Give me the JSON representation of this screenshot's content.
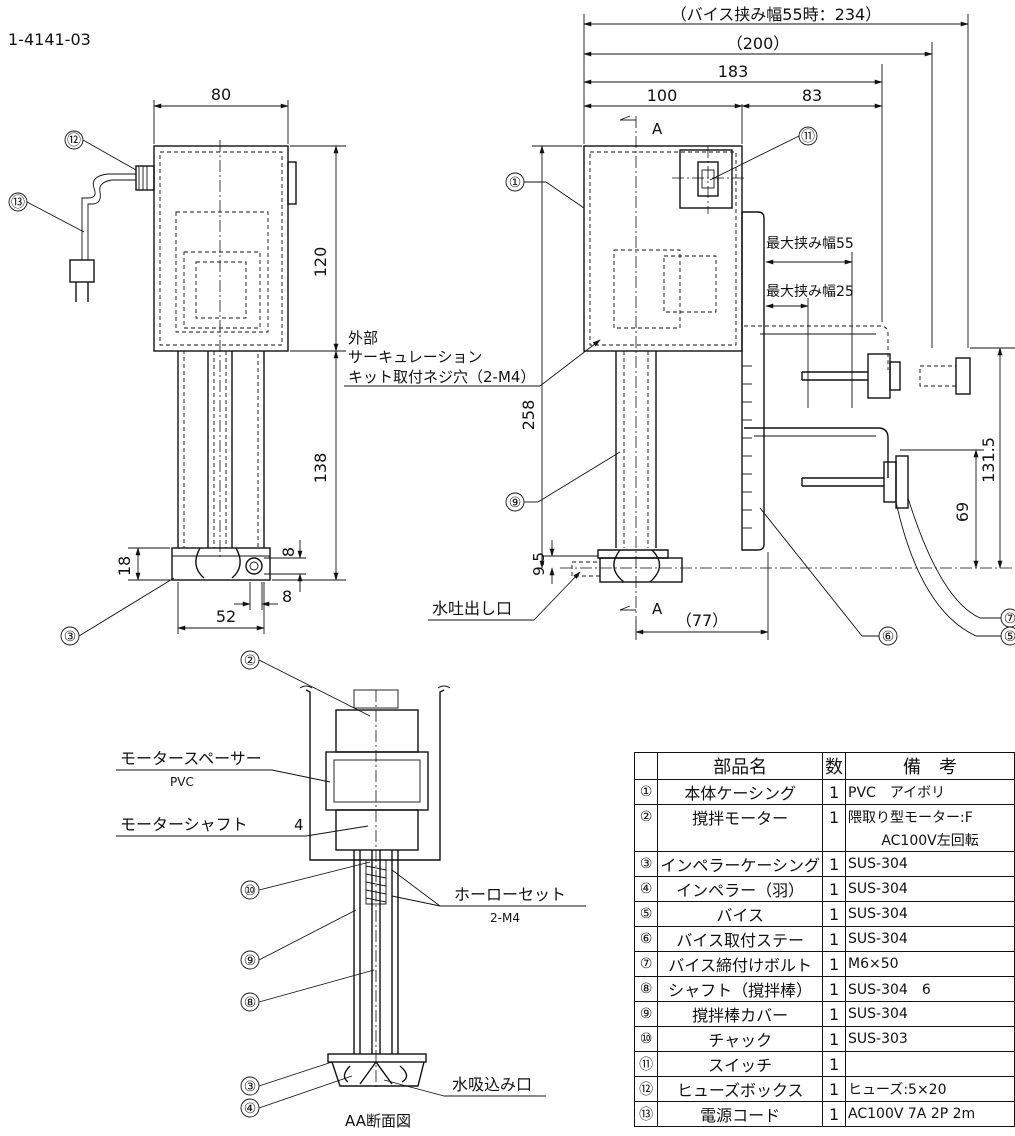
{
  "drawing_number": "1-4141-03",
  "dimensions": {
    "vise_55_total": "（バイス挟み幅55時：234）",
    "width_200": "（200）",
    "width_183": "183",
    "width_100": "100",
    "width_83": "83",
    "width_80": "80",
    "height_120": "120",
    "height_138": "138",
    "height_258": "258",
    "height_18": "18",
    "dim_8a": "8",
    "dim_8b": "8",
    "width_52": "52",
    "dim_9_5": "9.5",
    "dim_77": "（77）",
    "dim_69": "69",
    "dim_131_5": "131.5"
  },
  "labels": {
    "section_mark": "A",
    "max_clamp_55": "最大挟み幅55",
    "max_clamp_25": "最大挟み幅25",
    "ext_line1": "外部",
    "ext_line2": "サーキュレーション",
    "ext_line3": "キット取付ネジ穴（2-M4）",
    "water_outlet": "水吐出し口",
    "motor_spacer": "モータースペーサー",
    "motor_spacer_sub": "PVC",
    "motor_shaft": "モーターシャフト",
    "motor_shaft_dim": "4",
    "hollow_set": "ホーローセット",
    "hollow_set_sub": "2-M4",
    "water_inlet": "水吸込み口",
    "section_title": "AA断面図"
  },
  "balloons": [
    "①",
    "②",
    "③",
    "④",
    "⑤",
    "⑥",
    "⑦",
    "⑧",
    "⑨",
    "⑩",
    "⑪",
    "⑫",
    "⑬"
  ],
  "parts_table": {
    "headers": [
      "",
      "部品名",
      "数",
      "備　考"
    ],
    "rows": [
      {
        "no": "①",
        "name": "本体ケーシング",
        "qty": "1",
        "remark": "PVC　アイボリ"
      },
      {
        "no": "②",
        "name": "撹拌モーター",
        "qty": "1",
        "remark": "隈取り型モーター:F"
      },
      {
        "no": "",
        "name": "",
        "qty": "",
        "remark": "AC100V左回転"
      },
      {
        "no": "③",
        "name": "インペラーケーシング",
        "qty": "1",
        "remark": "SUS-304"
      },
      {
        "no": "④",
        "name": "インペラー（羽）",
        "qty": "1",
        "remark": "SUS-304"
      },
      {
        "no": "⑤",
        "name": "バイス",
        "qty": "1",
        "remark": "SUS-304"
      },
      {
        "no": "⑥",
        "name": "バイス取付ステー",
        "qty": "1",
        "remark": "SUS-304"
      },
      {
        "no": "⑦",
        "name": "バイス締付けボルト",
        "qty": "1",
        "remark": "M6×50"
      },
      {
        "no": "⑧",
        "name": "シャフト（撹拌棒）",
        "qty": "1",
        "remark": "SUS-304　6"
      },
      {
        "no": "⑨",
        "name": "撹拌棒カバー",
        "qty": "1",
        "remark": "SUS-304"
      },
      {
        "no": "⑩",
        "name": "チャック",
        "qty": "1",
        "remark": "SUS-303"
      },
      {
        "no": "⑪",
        "name": "スイッチ",
        "qty": "1",
        "remark": ""
      },
      {
        "no": "⑫",
        "name": "ヒューズボックス",
        "qty": "1",
        "remark": "ヒューズ:5×20"
      },
      {
        "no": "⑬",
        "name": "電源コード",
        "qty": "1",
        "remark": "AC100V 7A 2P 2m"
      }
    ]
  }
}
